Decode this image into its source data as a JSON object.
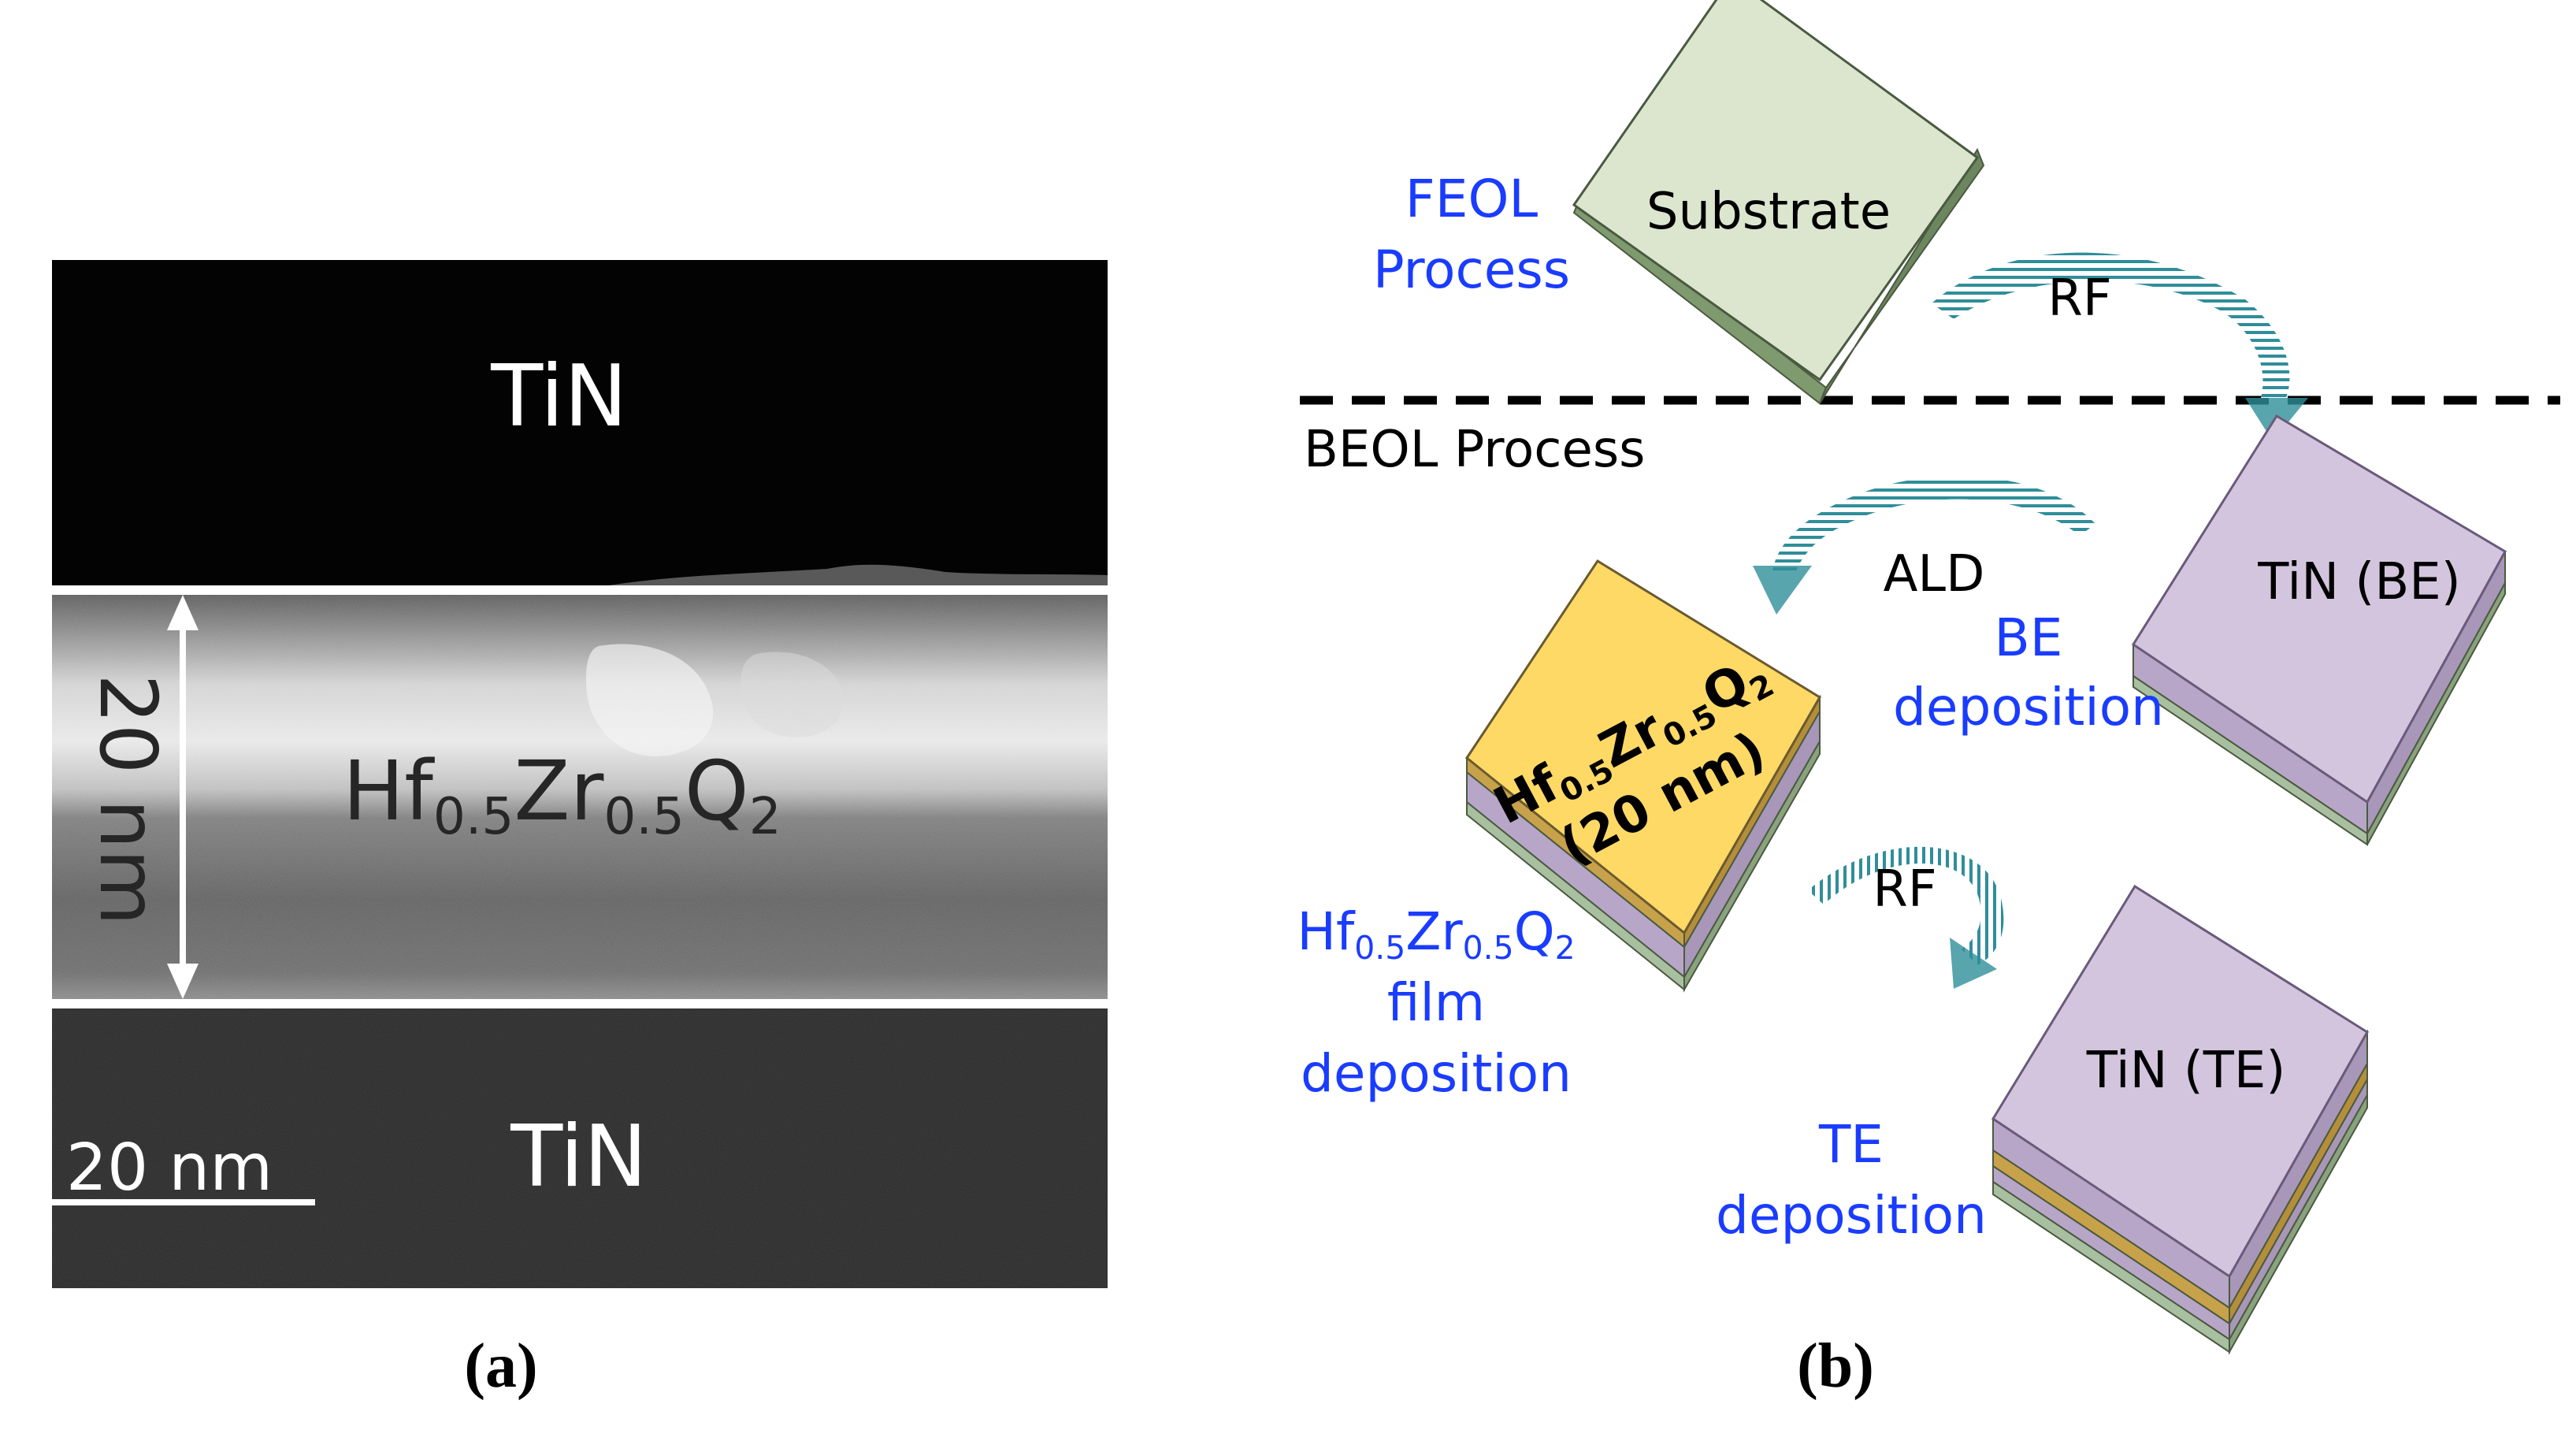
{
  "panel_a": {
    "top_layer": "TiN",
    "middle_layer": {
      "base": "Hf",
      "s1": "0.5",
      "mid": "Zr",
      "s2": "0.5",
      "o": "Q",
      "s3": "2"
    },
    "bottom_layer": "TiN",
    "thickness_label": "20 nm",
    "scale_bar_label": "20 nm",
    "label": "(a)"
  },
  "panel_b": {
    "feol_line1": "FEOL",
    "feol_line2": "Process",
    "beol": "BEOL Process",
    "substrate": "Substrate",
    "rf_top": "RF",
    "ald": "ALD",
    "tin_be": "TiN (BE)",
    "be_dep_line1": "BE",
    "be_dep_line2": "deposition",
    "hzo_block": {
      "base": "Hf",
      "s1": "0.5",
      "mid": "Zr",
      "s2": "0.5",
      "o": "Q",
      "s3": "2",
      "thickness": "(20 nm)"
    },
    "rf_mid": "RF",
    "hzo_dep": {
      "base": "Hf",
      "s1": "0.5",
      "mid": "Zr",
      "s2": "0.5",
      "o": "Q",
      "s3": "2",
      "line2": "film",
      "line3": "deposition"
    },
    "tin_te": "TiN (TE)",
    "te_dep_line1": "TE",
    "te_dep_line2": "deposition",
    "label": "(b)"
  },
  "colors": {
    "substrate": "#dce6cf",
    "tin": "#d4c5df",
    "hzo": "#ffd966",
    "hzo_stripe": "#c8a24a",
    "arrow": "#2f8e9a",
    "blue_text": "#1a3cff"
  }
}
